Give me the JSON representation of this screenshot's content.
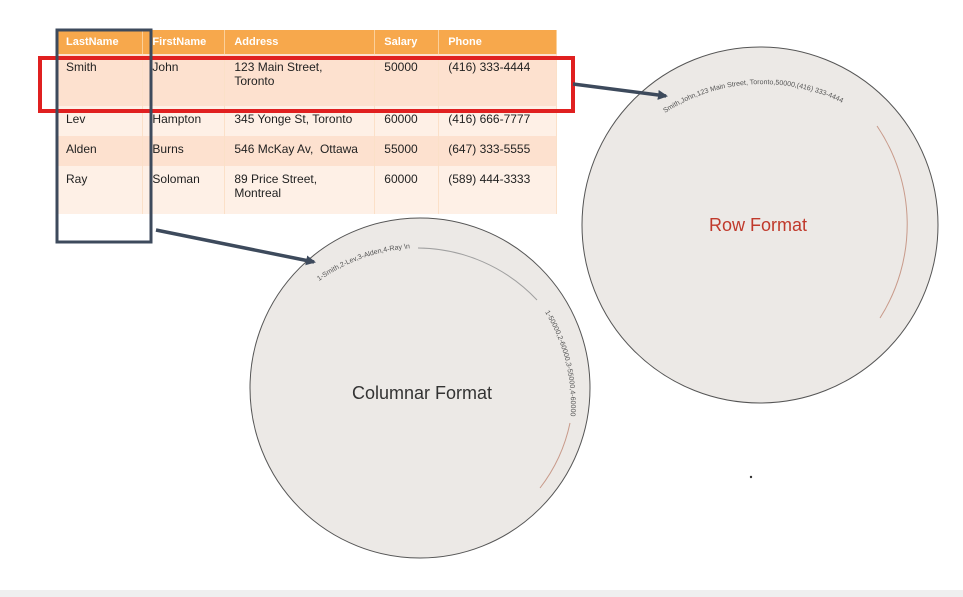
{
  "table": {
    "headers": [
      "LastName",
      "FirstName",
      "Address",
      "Salary",
      "Phone"
    ],
    "rows": [
      [
        "Smith",
        "John",
        "123 Main Street, Toronto",
        "50000",
        "(416) 333-4444"
      ],
      [
        "Lev",
        "Hampton",
        "345 Yonge St, Toronto",
        "60000",
        "(416) 666-7777"
      ],
      [
        "Alden",
        "Burns",
        "546 McKay Av,  Ottawa",
        "55000",
        "(647) 333-5555"
      ],
      [
        "Ray",
        "Soloman",
        "89 Price Street, Montreal",
        "60000",
        "(589) 444-3333"
      ]
    ]
  },
  "row_format": {
    "label": "Row Format",
    "arc_text": "Smith,John,123 Main Street, Toronto,50000,(416) 333-4444"
  },
  "columnar_format": {
    "label": "Columnar Format",
    "arc_text_top": "1-Smith,2-Lev,3-Alden,4-Ray \\n",
    "arc_text_right": "1-50000,2-60000,3-55000,4-60000"
  },
  "colors": {
    "header_bg": "#f7a84c",
    "row_highlight": "#e02020",
    "column_highlight": "#3d4a5c",
    "arrow": "#3d4a5c",
    "circle_fill": "#ece9e6",
    "circle_stroke": "#555555",
    "row_label": "#c0392b"
  }
}
